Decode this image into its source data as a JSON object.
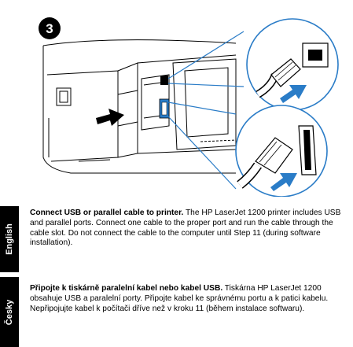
{
  "step": {
    "number": "3"
  },
  "sections": [
    {
      "language": "English",
      "heading": "Connect USB or parallel cable to printer.",
      "body": " The HP LaserJet 1200 printer includes USB and parallel ports. Connect one cable to the proper port and run the cable through the cable slot. Do not connect the cable to the computer until Step 11 (during software installation)."
    },
    {
      "language": "Česky",
      "heading": "Připojte k tiskárně paralelní kabel nebo kabel USB.",
      "body": " Tiskárna HP LaserJet 1200 obsahuje USB a paralelní porty. Připojte kabel ke správnému portu a k patici kabelu. Nepřipojujte kabel k počítači dříve než v kroku 11 (během instalace softwaru)."
    }
  ],
  "colors": {
    "arrow_blue": "#2a7cc7",
    "tab_bg": "#000000"
  }
}
